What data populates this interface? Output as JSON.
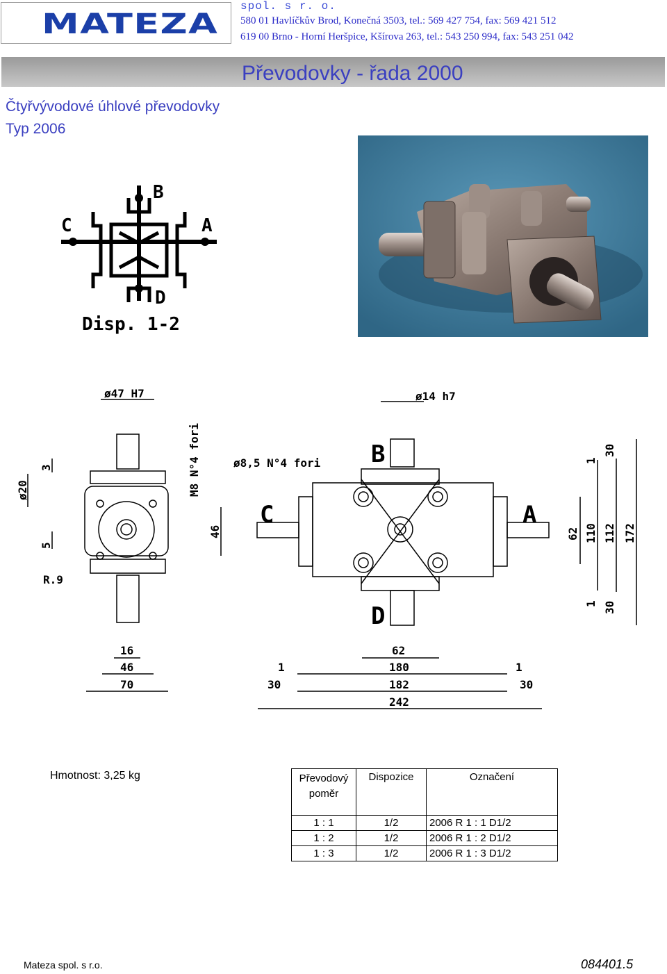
{
  "header": {
    "logo_text": "MATEZA",
    "company": "spol. s r. o.",
    "address1": "580 01 Havlíčkův Brod, Konečná 3503, tel.: 569 427 754, fax: 569 421 512",
    "address2": "619 00 Brno - Horní Heršpice, Kšírova 263, tel.: 543 250 994, fax: 543 251 042"
  },
  "title": "Převodovky - řada 2000",
  "subtitle": "Čtyřvývodové úhlové převodovky",
  "type_label": "Typ 2006",
  "diagram": {
    "labels": {
      "a": "A",
      "b": "B",
      "c": "C",
      "d": "D"
    },
    "caption": "Disp. 1-2"
  },
  "drawing": {
    "dia47": "ø47 H7",
    "dia14": "ø14 h7",
    "dia20": "ø20",
    "m8": "M8 N°4 fori",
    "holes": "ø8,5 N°4 fori",
    "r9": "R.9",
    "dims": {
      "d3": "3",
      "d5": "5",
      "d46v": "46",
      "d16": "16",
      "d46h": "46",
      "d70": "70",
      "d62h": "62",
      "d180": "180",
      "d182": "182",
      "d242": "242",
      "d1a": "1",
      "d1b": "1",
      "d30a": "30",
      "d30b": "30",
      "d62v": "62",
      "d110": "110",
      "d112": "112",
      "d172": "172",
      "d1c": "1",
      "d30c": "30",
      "d1d": "1",
      "d30d": "30"
    },
    "letters": {
      "a": "A",
      "b": "B",
      "c": "C",
      "d": "D"
    }
  },
  "weight": "Hmotnost: 3,25 kg",
  "table": {
    "headers": [
      "Převodový",
      "poměr",
      "Dispozice",
      "Označení"
    ],
    "rows": [
      [
        "1 : 1",
        "1/2",
        "2006 R 1 : 1  D1/2"
      ],
      [
        "1 : 2",
        "1/2",
        "2006 R 1 : 2  D1/2"
      ],
      [
        "1 : 3",
        "1/2",
        "2006 R 1 : 3  D1/2"
      ]
    ]
  },
  "footer": {
    "left": "Mateza spol. s r.o.",
    "right": "084401.5"
  },
  "colors": {
    "brand_blue": "#1b3fa8",
    "title_blue": "#3a3fc0",
    "photo_bg": "#4a87a8"
  }
}
